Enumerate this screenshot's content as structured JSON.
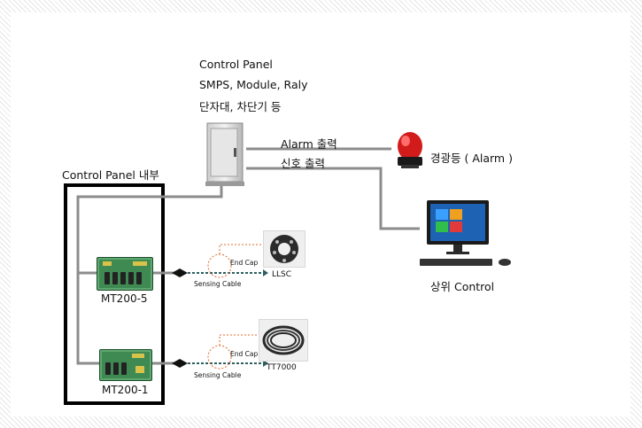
{
  "cabinet": {
    "lines": [
      "Control Panel",
      "SMPS, Module, Raly",
      "단자대, 차단기 등"
    ]
  },
  "outputs": {
    "alarm": "Alarm 출력",
    "signal": "신호 출력"
  },
  "beacon_label": "경광등 ( Alarm )",
  "monitor_label": "상위 Control",
  "panel_inside_label": "Control Panel 내부",
  "modules": [
    {
      "name": "MT200-5",
      "end_cap": "End Cap",
      "cable": "Sensing Cable",
      "sensor": "LLSC"
    },
    {
      "name": "MT200-1",
      "end_cap": "End Cap",
      "cable": "Sensing Cable",
      "sensor": "TT7000"
    }
  ],
  "colors": {
    "wire": "#8c8c8c",
    "frame": "#000000",
    "dashed_link": "#e0692e",
    "sensing_cable": "#2d5f5f",
    "board": "#3f8a52",
    "beacon_red": "#d21c1c"
  }
}
